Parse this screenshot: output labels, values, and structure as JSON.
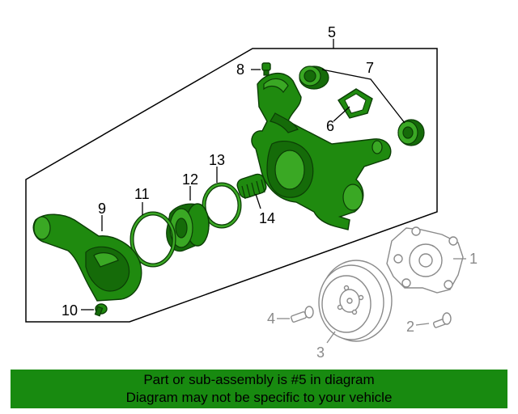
{
  "callouts": {
    "c1": "1",
    "c2": "2",
    "c3": "3",
    "c4": "4",
    "c5": "5",
    "c6": "6",
    "c7": "7",
    "c8": "8",
    "c9": "9",
    "c10": "10",
    "c11": "11",
    "c12": "12",
    "c13": "13",
    "c14": "14"
  },
  "banner": {
    "line1": "Part or sub-assembly is #5 in diagram",
    "line2": "Diagram may not be specific to your vehicle"
  },
  "colors": {
    "highlight": "#1f8a0f",
    "banner": "#188a10",
    "inactive": "#8a8a8a"
  }
}
